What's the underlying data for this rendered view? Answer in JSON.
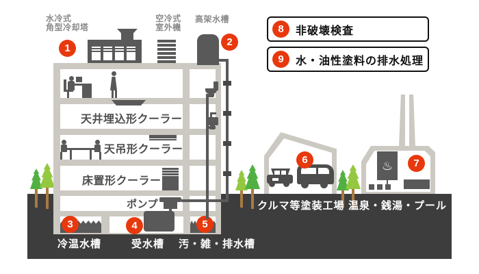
{
  "title": "建物設備インフォグラフィック",
  "colors": {
    "accent_red": "#e8380d",
    "building_gray": "#ccc9c2",
    "equipment_dark": "#595959",
    "ground_dark": "#3d3d3d",
    "tree_green_dark": "#52b043",
    "tree_green_light": "#94c840",
    "trunk_brown": "#aa7a42",
    "label_gray": "#898989",
    "label_dark": "#4d4d4d",
    "label_white": "#ffffff"
  },
  "rooftop_labels": {
    "cooling_tower_line1": "水冷式",
    "cooling_tower_line2": "角型冷却塔",
    "outdoor_unit_line1": "空冷式",
    "outdoor_unit_line2": "室外機",
    "elevated_tank": "高架水槽"
  },
  "badges": {
    "cooling_tower": "1",
    "elevated_tank": "2",
    "cold_hot_water_tank": "3",
    "receiving_tank": "4",
    "waste_water_tank": "5",
    "paint_factory": "6",
    "onsen": "7",
    "ndt": "8",
    "paint_wastewater": "9"
  },
  "floor_labels": {
    "ceiling_embedded_cooler": "天井埋込形クーラー",
    "ceiling_suspended_cooler": "天吊形クーラー",
    "floor_standing_cooler": "床置形クーラー",
    "pump": "ポンプ"
  },
  "tank_labels": {
    "cold_hot_water": "冷温水槽",
    "receiving": "受水槽",
    "waste": "汚・雑・排水槽"
  },
  "building_labels": {
    "paint_factory": "クルマ等塗装工場",
    "onsen": "温泉・銭湯・プール"
  },
  "info_boxes": [
    {
      "num": "8",
      "label": "非破壊検査"
    },
    {
      "num": "9",
      "label": "水・油性塗料の排水処理"
    }
  ],
  "icons": {
    "onsen_mark": "♨"
  }
}
